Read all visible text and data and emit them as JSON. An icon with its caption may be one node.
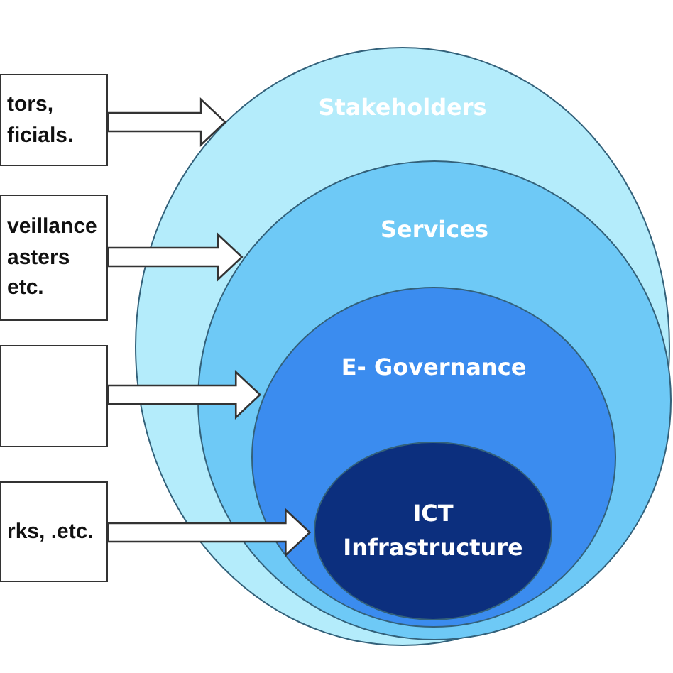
{
  "diagram": {
    "nodes": [
      {
        "text": [
          "Stakeholders"
        ]
      },
      {
        "text": [
          "Services"
        ],
        "in": 0
      },
      {
        "text": [
          "E- Governance"
        ],
        "in": 1
      },
      {
        "text": [
          "ICT Infrastructure"
        ],
        "in": 2
      },
      {
        "text": [
          "tors, ficials."
        ]
      },
      {
        "text": [
          "veillance asters etc."
        ]
      },
      {
        "text": [],
        "shape": "box"
      },
      {
        "text": [
          "rks, .etc."
        ]
      }
    ],
    "edges": [
      {
        "from": 4,
        "to": 0,
        "arrow": "to"
      },
      {
        "from": 5,
        "to": 1,
        "arrow": "to"
      },
      {
        "from": 6,
        "to": 2,
        "arrow": "to"
      },
      {
        "from": 7,
        "to": 3,
        "arrow": "to"
      }
    ]
  }
}
